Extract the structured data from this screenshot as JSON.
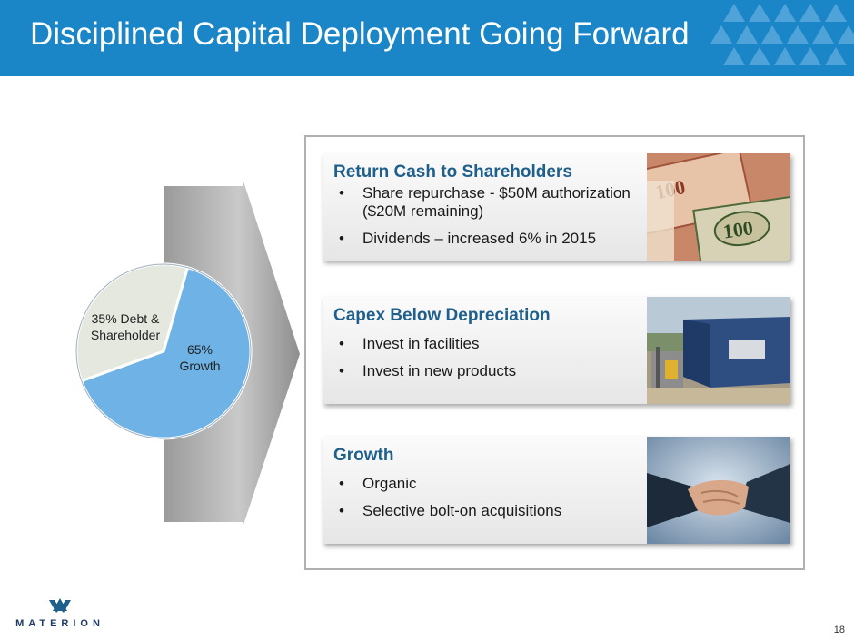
{
  "slide": {
    "title": "Disciplined Capital Deployment Going Forward",
    "page_number": "18"
  },
  "pie": {
    "slices": [
      {
        "label_line1": "35% Debt &",
        "label_line2": "Shareholder",
        "value": 35,
        "color": "#e4e8de"
      },
      {
        "label_line1": "65%",
        "label_line2": "Growth",
        "value": 65,
        "color": "#6fb3e6"
      }
    ]
  },
  "cards": [
    {
      "title": "Return Cash to Shareholders",
      "bullets": [
        "Share repurchase - $50M authorization ($20M remaining)",
        "Dividends – increased 6% in 2015"
      ],
      "image": "share-certificates-image"
    },
    {
      "title": "Capex Below Depreciation",
      "bullets": [
        "Invest in facilities",
        "Invest in new products"
      ],
      "image": "facility-image"
    },
    {
      "title": "Growth",
      "bullets": [
        "Organic",
        "Selective bolt-on acquisitions"
      ],
      "image": "handshake-image"
    }
  ],
  "logo": {
    "text": "MATERION"
  },
  "bullet_char": "•",
  "colors": {
    "header": "#1a86c8",
    "card_title": "#1f5f8c"
  }
}
